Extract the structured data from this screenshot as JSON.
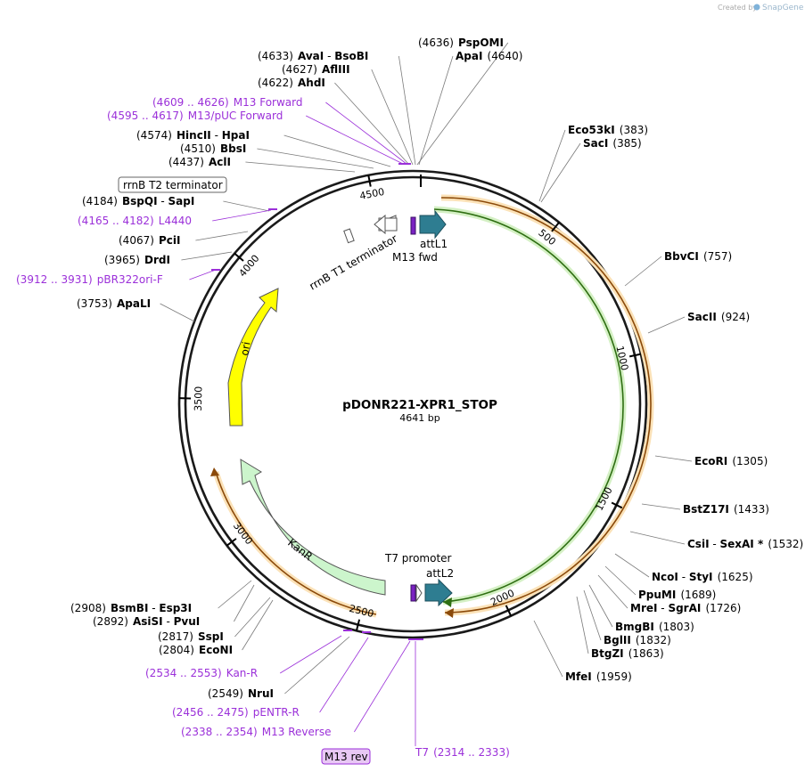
{
  "plasmid": {
    "name": "pDONR221-XPR1_STOP",
    "length": "4641 bp"
  },
  "credit": {
    "created_by": "Created by",
    "brand": "SnapGene"
  },
  "ruler_ticks": [
    "500",
    "1000",
    "1500",
    "2000",
    "2500",
    "3000",
    "3500",
    "4000",
    "4500"
  ],
  "enzymes": [
    {
      "name": "PspOMI",
      "pos": "(4636)"
    },
    {
      "name": "ApaI",
      "pos": "(4640)"
    },
    {
      "name": "AvaI",
      "name2": "BsoBI",
      "pos": "(4633)"
    },
    {
      "name": "AflIII",
      "pos": "(4627)"
    },
    {
      "name": "AhdI",
      "pos": "(4622)"
    },
    {
      "name": "HincII",
      "name2": "HpaI",
      "pos": "(4574)"
    },
    {
      "name": "BbsI",
      "pos": "(4510)"
    },
    {
      "name": "AclI",
      "pos": "(4437)"
    },
    {
      "name": "BspQI",
      "name2": "SapI",
      "pos": "(4184)"
    },
    {
      "name": "PciI",
      "pos": "(4067)"
    },
    {
      "name": "DrdI",
      "pos": "(3965)"
    },
    {
      "name": "ApaLI",
      "pos": "(3753)"
    },
    {
      "name": "Eco53kI",
      "pos": "(383)"
    },
    {
      "name": "SacI",
      "pos": "(385)"
    },
    {
      "name": "BbvCI",
      "pos": "(757)"
    },
    {
      "name": "SacII",
      "pos": "(924)"
    },
    {
      "name": "EcoRI",
      "pos": "(1305)"
    },
    {
      "name": "BstZ17I",
      "pos": "(1433)"
    },
    {
      "name": "CsiI",
      "name2": "SexAI *",
      "pos": "(1532)"
    },
    {
      "name": "NcoI",
      "name2": "StyI",
      "pos": "(1625)"
    },
    {
      "name": "PpuMI",
      "pos": "(1689)"
    },
    {
      "name": "MreI",
      "name2": "SgrAI",
      "pos": "(1726)"
    },
    {
      "name": "BmgBI",
      "pos": "(1803)"
    },
    {
      "name": "BglII",
      "pos": "(1832)"
    },
    {
      "name": "BtgZI",
      "pos": "(1863)"
    },
    {
      "name": "MfeI",
      "pos": "(1959)"
    },
    {
      "name": "BsmBI",
      "name2": "Esp3I",
      "pos": "(2908)"
    },
    {
      "name": "AsiSI",
      "name2": "PvuI",
      "pos": "(2892)"
    },
    {
      "name": "SspI",
      "pos": "(2817)"
    },
    {
      "name": "EcoNI",
      "pos": "(2804)"
    },
    {
      "name": "NruI",
      "pos": "(2549)"
    }
  ],
  "primers": [
    {
      "range": "(4609 .. 4626)",
      "name": "M13 Forward"
    },
    {
      "range": "(4595 .. 4617)",
      "name": "M13/pUC Forward"
    },
    {
      "range": "(4165 .. 4182)",
      "name": "L4440"
    },
    {
      "range": "(3912 .. 3931)",
      "name": "pBR322ori-F"
    },
    {
      "range": "(2534 .. 2553)",
      "name": "Kan-R"
    },
    {
      "range": "(2456 .. 2475)",
      "name": "pENTR-R"
    },
    {
      "range": "(2338 .. 2354)",
      "name": "M13 Reverse"
    },
    {
      "range": "(2314 .. 2333)",
      "name": "T7"
    }
  ],
  "features": {
    "rrnb_t2": "rrnB T2 terminator",
    "rrnb_t1": "rrnB T1 terminator",
    "attl1": "attL1",
    "m13_fwd": "M13 fwd",
    "ori": "ori",
    "kanr": "KanR",
    "t7_promoter": "T7 promoter",
    "attl2": "attL2",
    "m13_rev": "M13 rev"
  },
  "colors": {
    "backbone": "#1a1a1a",
    "primer": "#9b30d9",
    "ori_fill": "#ffff00",
    "kanr_fill": "#ccf5cc",
    "att_fill": "#2e7d91",
    "orange_track": "#f2a33a",
    "green_track": "#3aaa1a"
  }
}
